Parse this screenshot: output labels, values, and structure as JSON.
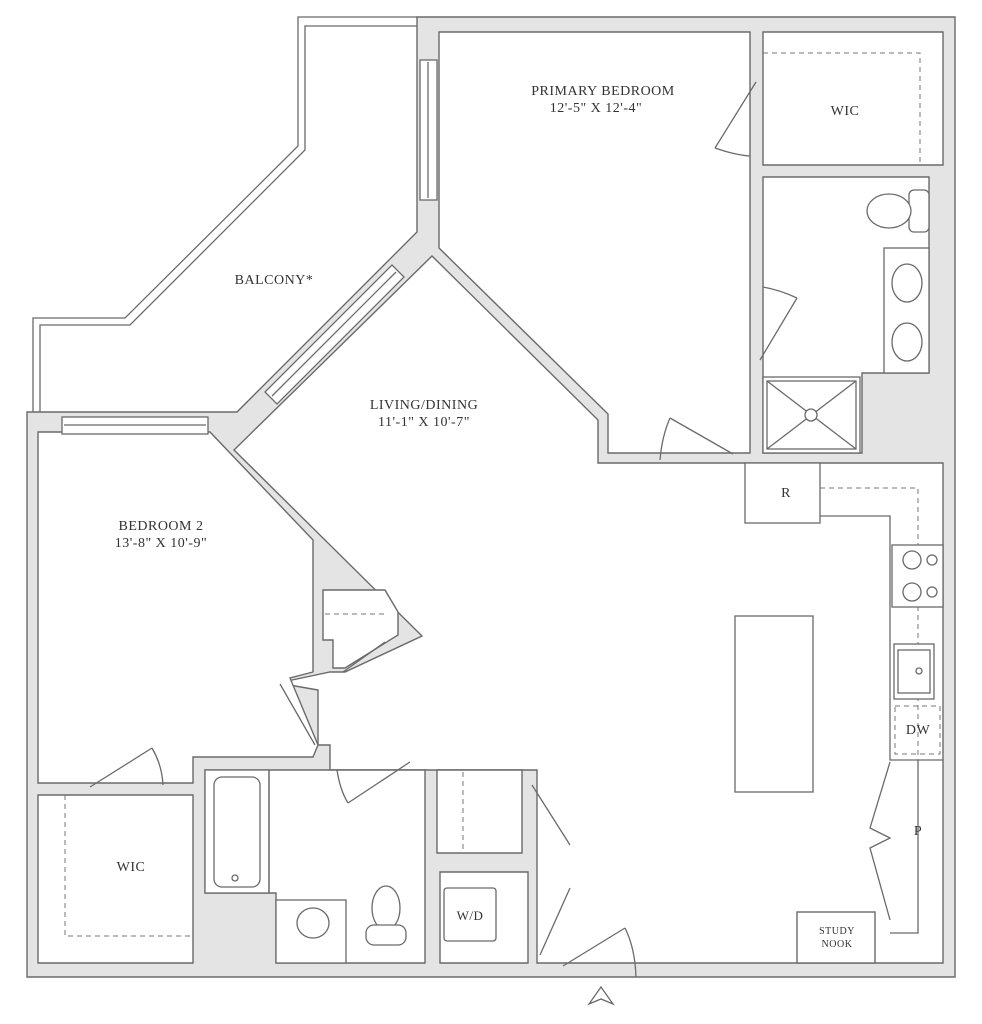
{
  "rooms": {
    "primary_bedroom": {
      "name": "PRIMARY BEDROOM",
      "size": "12'-5\" X 12'-4\""
    },
    "living_dining": {
      "name": "LIVING/DINING",
      "size": "11'-1\" X 10'-7\""
    },
    "bedroom_2": {
      "name": "BEDROOM 2",
      "size": "13'-8\" X 10'-9\""
    },
    "balcony": {
      "name": "BALCONY*"
    },
    "wic_primary": {
      "name": "WIC"
    },
    "wic_2": {
      "name": "WIC"
    },
    "study_nook": {
      "line1": "STUDY",
      "line2": "NOOK"
    }
  },
  "fixtures": {
    "refrigerator": "R",
    "dishwasher": "DW",
    "pantry": "P",
    "washer_dryer": "W/D"
  },
  "colors": {
    "wall_fill": "#e4e4e4",
    "line": "#6a6a6a"
  }
}
